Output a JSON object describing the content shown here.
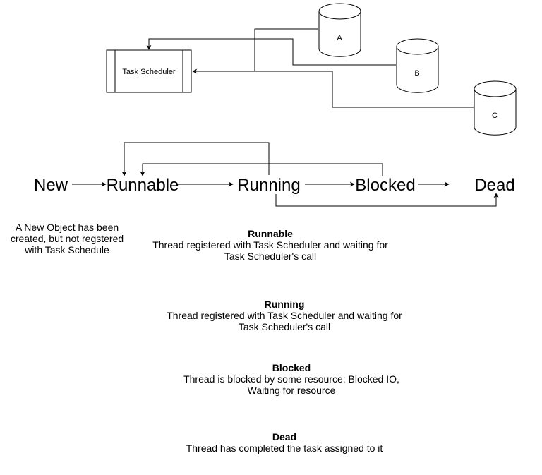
{
  "scheduler": {
    "label": "Task Scheduler"
  },
  "databases": [
    {
      "label": "A"
    },
    {
      "label": "B"
    },
    {
      "label": "C"
    }
  ],
  "states": {
    "new": "New",
    "runnable": "Runnable",
    "running": "Running",
    "blocked": "Blocked",
    "dead": "Dead"
  },
  "descriptions": {
    "new": {
      "lines": [
        "A New Object has been",
        "created, but not regstered",
        "with Task Schedule"
      ]
    },
    "runnable": {
      "title": "Runnable",
      "lines": [
        "Thread registered with Task Scheduler and waiting for",
        "Task Scheduler's call"
      ]
    },
    "running": {
      "title": "Running",
      "lines": [
        "Thread registered with Task Scheduler and waiting for",
        "Task Scheduler's call"
      ]
    },
    "blocked": {
      "title": "Blocked",
      "lines": [
        "Thread is blocked by some resource: Blocked IO,",
        "Waiting for resource"
      ]
    },
    "dead": {
      "title": "Dead",
      "lines": [
        "Thread has completed the task assigned to it"
      ]
    }
  },
  "colors": {
    "stroke": "#000000",
    "fill": "#ffffff"
  }
}
